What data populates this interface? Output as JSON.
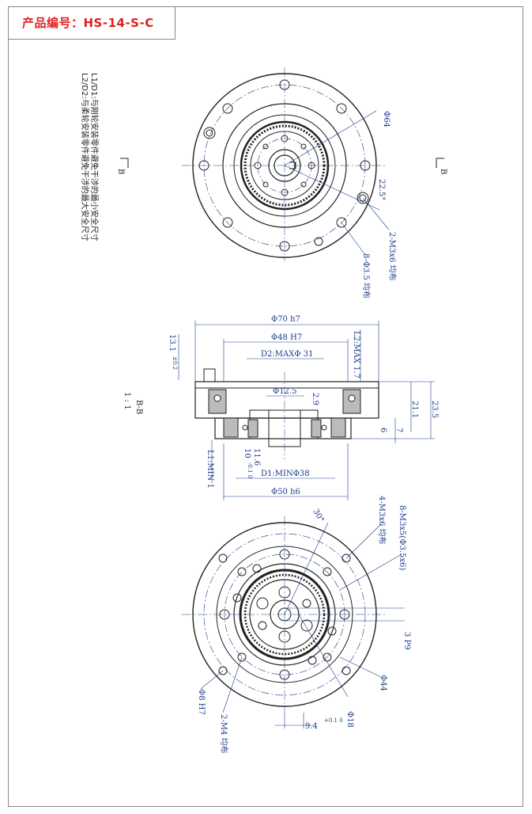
{
  "title": "产品编号：HS-14-S-C",
  "notes": {
    "line1": "L1/D1:与刚轮安装零件避免干涉的最小安全尺寸",
    "line2": "L2/D2:与柔轮安装零件避免干涉的最大安全尺寸"
  },
  "section_marker": "B",
  "top_view": {
    "dia_64": "Φ64",
    "angle_22_5": "22.5°",
    "m3x6": "2-M3x6 均布",
    "holes_8": "8-Φ3.5 均布"
  },
  "section_view": {
    "label": "B-B",
    "scale": "1 : 1",
    "dia_70": "Φ70 h7",
    "dia_48": "Φ48 H7",
    "d2": "D2:MAXΦ 31",
    "l2": "L2:MAX 1.7",
    "dia_12_5": "Φ12.5",
    "d_2_9": "2.9",
    "h_13_1": "13.1",
    "tol_13_1": "±0.2",
    "h_23_5": "23.5",
    "h_21_1": "21.1",
    "h_7": "7",
    "h_6": "6",
    "h_10": "10",
    "tol_10": "-0.1 0",
    "h_11_6": "11.6",
    "l1": "L1:MIN 1",
    "d1": "D1:MINΦ38",
    "dia_50": "Φ50 h6"
  },
  "bottom_view": {
    "m3x6_4": "4-M3x6 均布",
    "m3x5": "8-M3x5(Φ3.5x6)",
    "angle_30": "30°",
    "dim_3p9": "3 P9",
    "dia_44": "Φ44",
    "dia_18": "Φ18",
    "dia_8": "Φ8 H7",
    "m4": "2-M4 均布",
    "dim_9_4": "9.4",
    "tol_9_4": "+0.1 0"
  }
}
